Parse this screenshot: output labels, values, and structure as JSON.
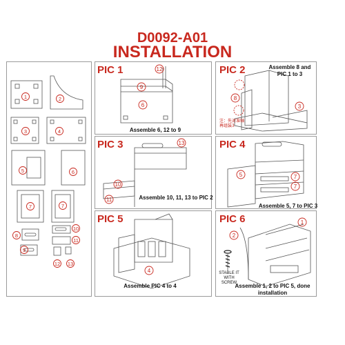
{
  "header": {
    "model": "D0092-A01",
    "title": "INSTALLATION"
  },
  "parts": {
    "labels": [
      "1",
      "2",
      "3",
      "4",
      "5",
      "6",
      "7",
      "7",
      "8",
      "9",
      "10",
      "11",
      "12",
      "13"
    ]
  },
  "steps": [
    {
      "label": "PIC 1",
      "caption": "Assemble 6, 12 to 9",
      "callouts": [
        "12",
        "9",
        "6"
      ]
    },
    {
      "label": "PIC 2",
      "caption": "Assemble 8 and PIC 1 to 3",
      "callouts": [
        "8",
        "3"
      ],
      "note": "注：先对准轴再组装3"
    },
    {
      "label": "PIC 3",
      "caption": "Assemble 10, 11, 13 to PIC 2",
      "callouts": [
        "13",
        "10",
        "11"
      ]
    },
    {
      "label": "PIC 4",
      "caption": "Assemble 5, 7 to PIC 3",
      "callouts": [
        "5",
        "7",
        "7"
      ]
    },
    {
      "label": "PIC 5",
      "caption": "Assemble PIC 4 to 4",
      "callouts": [
        "4"
      ]
    },
    {
      "label": "PIC 6",
      "caption": "Assemble 1, 2 to PIC 5, done installation",
      "callouts": [
        "1",
        "2"
      ],
      "screw_note": "STABLE IT WITH SCREW"
    }
  ],
  "colors": {
    "accent": "#c8281e",
    "line": "#555555",
    "frame": "#9a9a9a"
  }
}
